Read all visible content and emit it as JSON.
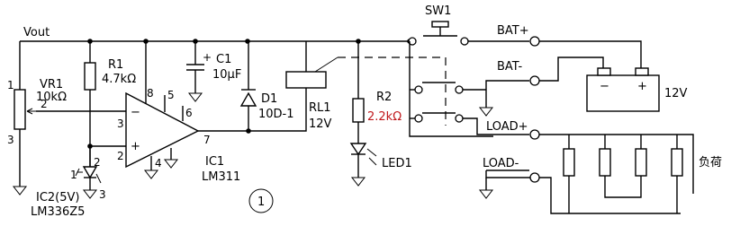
{
  "labels": {
    "vout": "Vout",
    "sw1": "SW1",
    "bat_plus": "BAT+",
    "bat_minus": "BAT-",
    "load_plus": "LOAD+",
    "load_minus": "LOAD-",
    "load_text": "负荷",
    "battery_voltage": "12V",
    "battery_minus_sign": "−",
    "battery_plus_sign": "+",
    "figure_number": "1"
  },
  "components": {
    "vr1": {
      "name": "VR1",
      "value": "10kΩ",
      "pin1": "1",
      "pin2": "2",
      "pin3": "3"
    },
    "r1": {
      "name": "R1",
      "value": "4.7kΩ"
    },
    "c1": {
      "name": "C1",
      "value": "10μF",
      "plus": "+"
    },
    "d1": {
      "name": "D1",
      "value": "10D-1"
    },
    "rl1": {
      "name": "RL1",
      "value": "12V"
    },
    "r2": {
      "name": "R2",
      "value": "2.2kΩ"
    },
    "led1": {
      "name": "LED1"
    },
    "ic1": {
      "name": "IC1",
      "part": "LM311",
      "pin8": "8",
      "pin5": "5",
      "pin6": "6",
      "pin3": "3",
      "pin2": "2",
      "pin7": "7",
      "pin4": "4",
      "minus": "−",
      "plus": "+"
    },
    "ic2": {
      "name": "IC2(5V)",
      "part": "LM336Z5",
      "pin1": "1",
      "pin2": "2",
      "pin3": "3"
    }
  },
  "colors": {
    "wire": "#000000",
    "accent_label": "#c0181c",
    "background": "#ffffff"
  }
}
